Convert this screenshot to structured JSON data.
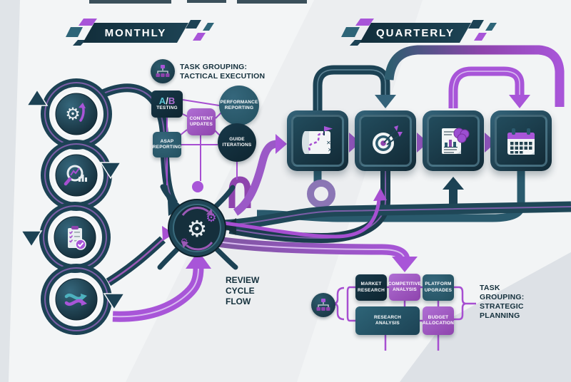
{
  "colors": {
    "dark_navy_teal": "#16303d",
    "teal": "#2e6578",
    "steel_teal": "#35637a",
    "purple": "#a855d8",
    "purple_deep": "#8e44ad",
    "text_dark": "#14303c",
    "white": "#ffffff",
    "background": "#eceef0"
  },
  "banners": {
    "monthly": "MONTHLY",
    "quarterly": "QUARTERLY"
  },
  "tactical_group": {
    "icon": "hierarchy-icon",
    "title": "TASK GROUPING:\nTACTICAL EXECUTION",
    "nodes": {
      "ab_testing": {
        "letter_a": "A",
        "slash": "/",
        "letter_b": "B",
        "label": "TESTING"
      },
      "performance_reporting": "PERFORMANCE\nREPORTING",
      "content_updates": "CONTENT\nUPDATES",
      "asap_reporting": "ASAP\nREPORTING",
      "guide_iterations": "GUIDE\nITERATIONS"
    }
  },
  "monthly_cycle": {
    "steps": [
      {
        "icon": "gear-growth-icon"
      },
      {
        "icon": "analytics-search-icon"
      },
      {
        "icon": "checklist-icon"
      },
      {
        "icon": "shuffle-icon"
      }
    ]
  },
  "review_cycle": {
    "label": "REVIEW\nCYCLE\nFLOW"
  },
  "quarterly_steps": [
    {
      "icon": "strategy-map-icon"
    },
    {
      "icon": "target-icon"
    },
    {
      "icon": "insights-report-icon"
    },
    {
      "icon": "calendar-icon"
    }
  ],
  "strategic_group": {
    "icon": "hierarchy-icon",
    "title": "TASK\nGROUPING:\nSTRATEGIC\nPLANNING",
    "boxes": {
      "market_research": "MARKET\nRESEARCH",
      "competitive_analysis": "COMPETITIVE\nANALYSIS",
      "platform_upgrades": "PLATFORM\nUPGRADES",
      "research_analysis": "RESEARCH\nANALYSIS",
      "budget_allocation": "BUDGET\nALLOCATION"
    }
  }
}
